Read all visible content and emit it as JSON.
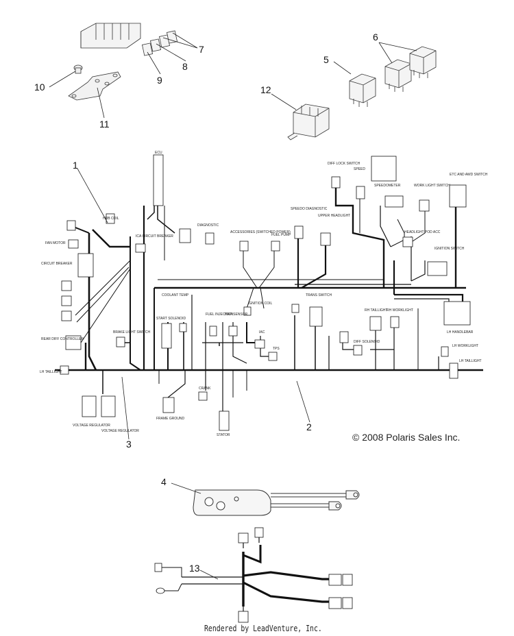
{
  "callouts": [
    "1",
    "2",
    "3",
    "4",
    "5",
    "6",
    "7",
    "8",
    "9",
    "10",
    "11",
    "12",
    "13"
  ],
  "copyright": "© 2008 Polaris Sales Inc.",
  "rendered_by": "Rendered by LeadVenture, Inc.",
  "labels": {
    "ecu": "ECU",
    "hub_coil": "HUB COIL",
    "fan_motor": "FAN MOTOR",
    "circuit_breaker": "CIRCUIT BREAKER",
    "rear_diff": "REAR DIFF CONTROLLER",
    "brake_light": "BRAKE LIGHT SWITCH",
    "lh_taillight_left": "LH TAILLIGHT",
    "regulator_1": "VOLTAGE REGULATOR",
    "regulator_2": "VOLTAGE REGULATOR",
    "ica_breaker": "ICA CIRCUIT BREAKER",
    "diagnostic": "DIAGNOSTIC",
    "accessories": "ACCESSORIES (SWITCHED POWER)",
    "fuel_pump": "FUEL PUMP",
    "speedo_diag": "SPEEDO DIAGNOSTIC",
    "upper_headlight": "UPPER HEADLIGHT",
    "diff_lock": "DIFF LOCK SWITCH",
    "speed": "SPEED",
    "speedometer": "SPEEDOMETER",
    "work_light_switch": "WORK LIGHT SWITCH",
    "headlight_pod": "HEADLIGHT POD ACC",
    "ignition_switch": "IGNITION SWITCH",
    "etc_awd": "ETC AND AWD SWITCH",
    "coolant_temp": "COOLANT TEMP",
    "ignition_coil": "IGNITION COIL",
    "trans_switch": "TRANS SWITCH",
    "start_solenoid": "START SOLENOID",
    "fuel_injection": "FUEL INJECTION",
    "map_sensor": "MAP SENSOR",
    "iac": "IAC",
    "tps": "TPS",
    "rh_taillight": "RH TAILLIGHT",
    "rh_worklight": "RH WORKLIGHT",
    "lh_handlebar": "LH HANDLEBAR",
    "lh_worklight": "LH WORKLIGHT",
    "lh_taillight_right": "LH TAILLIGHT",
    "diff_solenoid": "DIFF SOLENOID",
    "crank": "CRANK",
    "frame_ground": "FRAME GROUND",
    "stator": "STATOR"
  }
}
